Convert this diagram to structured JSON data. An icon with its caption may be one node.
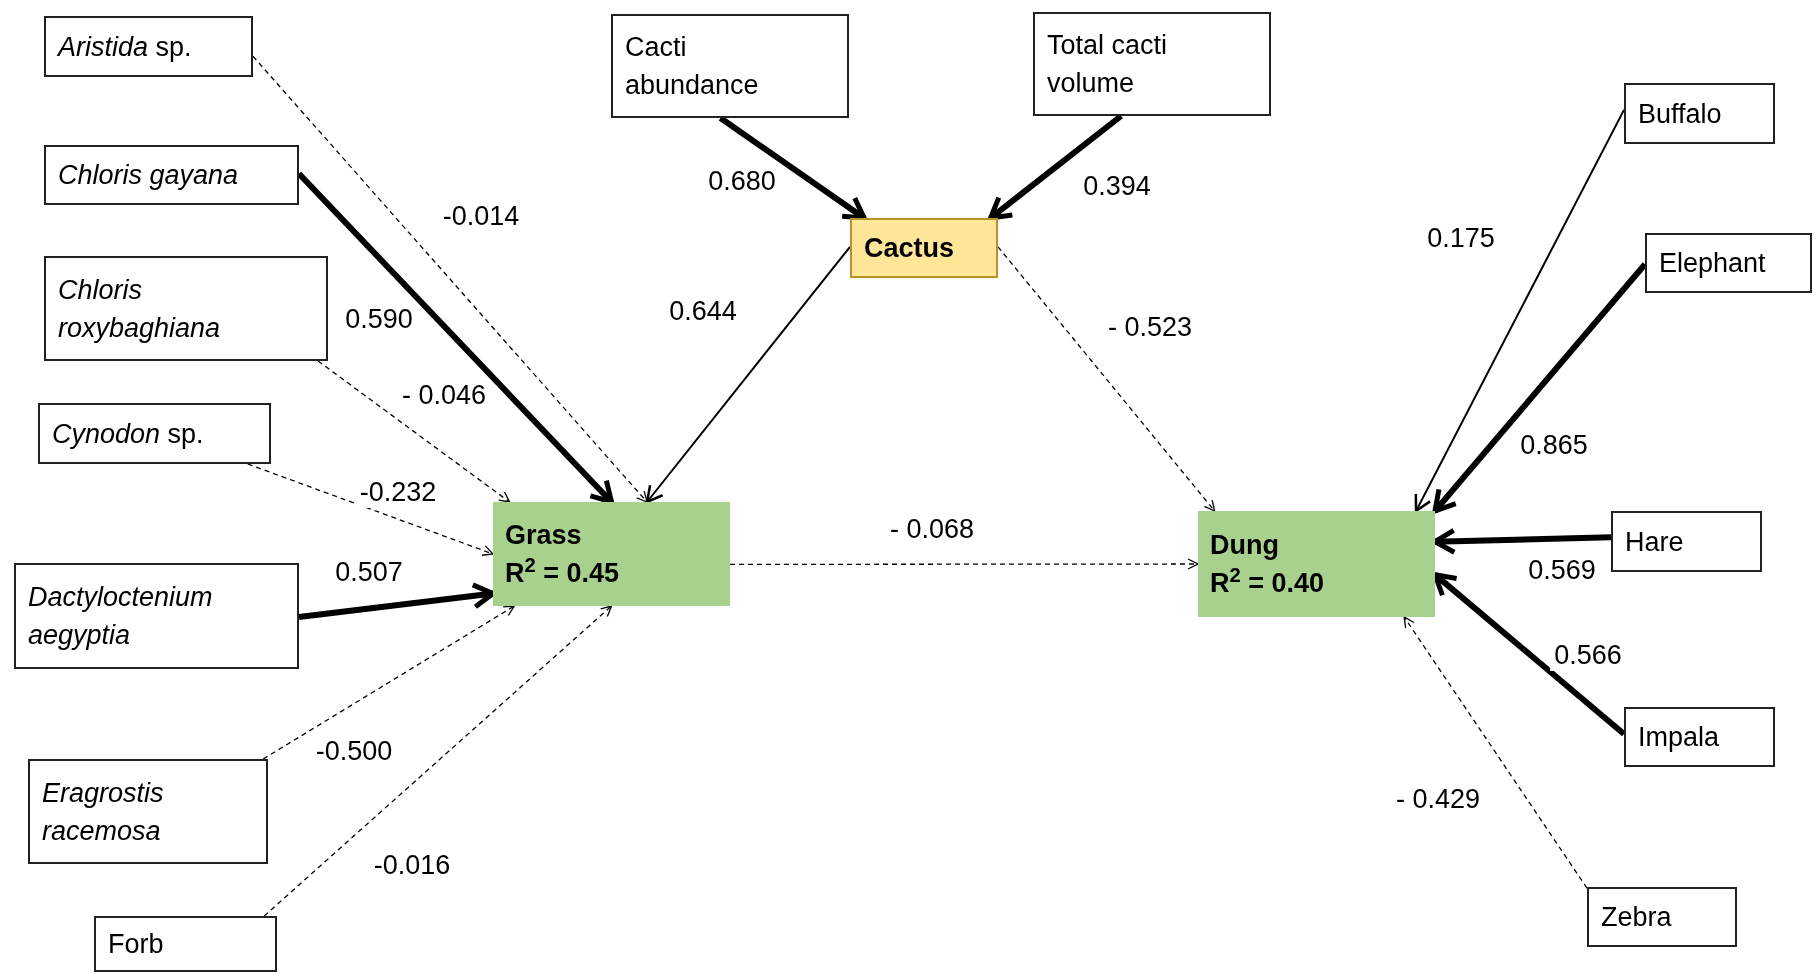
{
  "diagram": {
    "nodes": [
      {
        "text": [
          "*Aristida* sp."
        ]
      },
      {
        "text": [
          "Chloris gayana"
        ]
      },
      {
        "text": [
          "Chloris roxybaghiana"
        ]
      },
      {
        "text": [
          "*Cynodon* sp."
        ]
      },
      {
        "text": [
          "Dactyloctenium aegyptia"
        ]
      },
      {
        "text": [
          "Eragrostis racemosa"
        ]
      },
      {
        "text": [
          "Forb"
        ]
      },
      {
        "text": [
          "Cacti abundance"
        ]
      },
      {
        "text": [
          "Total cacti volume"
        ]
      },
      {
        "text": [
          "Cactus"
        ]
      },
      {
        "text": [
          "Grass",
          "R$^{2}$ = 0.45"
        ]
      },
      {
        "text": [
          "Dung",
          "R$^{2}$ = 0.40"
        ]
      },
      {
        "text": [
          "Buffalo"
        ]
      },
      {
        "text": [
          "Elephant"
        ]
      },
      {
        "text": [
          "Hare"
        ]
      },
      {
        "text": [
          "Impala"
        ]
      },
      {
        "text": [
          "Zebra"
        ]
      }
    ],
    "edges": [
      {
        "from": 0,
        "to": 10,
        "arrow": "to",
        "label": "-0.014",
        "style": "dashed"
      },
      {
        "from": 1,
        "to": 10,
        "arrow": "to",
        "label": "0.590",
        "style": "thick"
      },
      {
        "from": 2,
        "to": 10,
        "arrow": "to",
        "label": "- 0.046",
        "style": "dashed"
      },
      {
        "from": 3,
        "to": 10,
        "arrow": "to",
        "label": "-0.232",
        "style": "dashed"
      },
      {
        "from": 4,
        "to": 10,
        "arrow": "to",
        "label": "0.507",
        "style": "thick"
      },
      {
        "from": 5,
        "to": 10,
        "arrow": "to",
        "label": "-0.500",
        "style": "dashed"
      },
      {
        "from": 6,
        "to": 10,
        "arrow": "to",
        "label": "-0.016",
        "style": "dashed"
      },
      {
        "from": 7,
        "to": 9,
        "arrow": "to",
        "label": "0.680",
        "style": "thick"
      },
      {
        "from": 8,
        "to": 9,
        "arrow": "to",
        "label": "0.394",
        "style": "thick"
      },
      {
        "from": 9,
        "to": 10,
        "arrow": "to",
        "label": "0.644"
      },
      {
        "from": 9,
        "to": 11,
        "arrow": "to",
        "label": "- 0.523",
        "style": "dashed"
      },
      {
        "from": 10,
        "to": 11,
        "arrow": "to",
        "label": "- 0.068",
        "style": "dashed"
      },
      {
        "from": 12,
        "to": 11,
        "arrow": "to",
        "label": "0.175"
      },
      {
        "from": 13,
        "to": 11,
        "arrow": "to",
        "label": "0.865",
        "style": "thick"
      },
      {
        "from": 14,
        "to": 11,
        "arrow": "to",
        "label": "0.569",
        "style": "thick"
      },
      {
        "from": 15,
        "to": 11,
        "arrow": "to",
        "label": "0.566",
        "style": "thick"
      },
      {
        "from": 16,
        "to": 11,
        "arrow": "to",
        "label": "- 0.429",
        "style": "dashed"
      }
    ]
  }
}
